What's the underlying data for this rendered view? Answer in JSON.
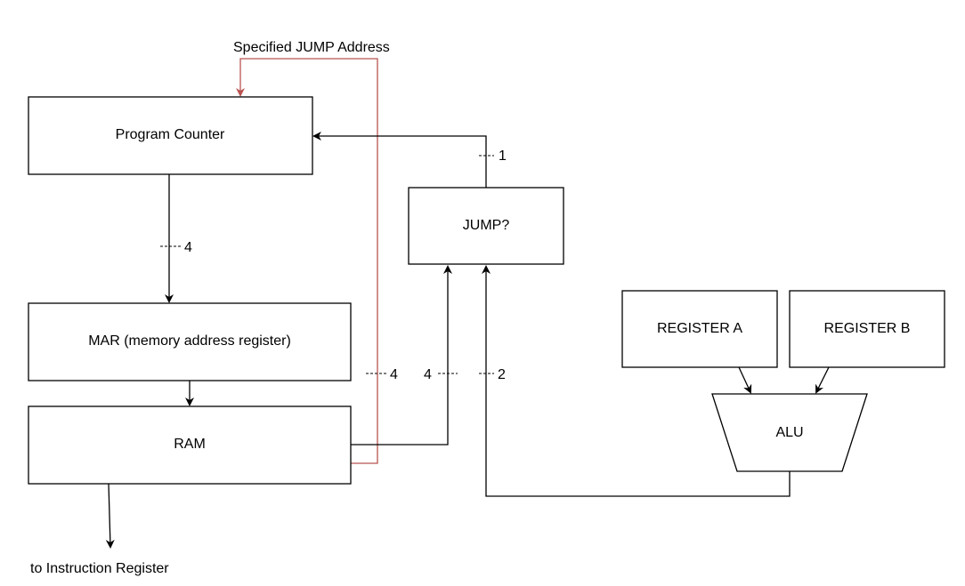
{
  "diagram": {
    "colors": {
      "stroke": "#000000",
      "jump_path": "#b85450",
      "fill": "#ffffff"
    },
    "nodes": {
      "program_counter": "Program Counter",
      "mar": "MAR (memory address register)",
      "ram": "RAM",
      "jump": "JUMP?",
      "register_a": "REGISTER A",
      "register_b": "REGISTER B",
      "alu": "ALU"
    },
    "labels": {
      "specified_jump_address": "Specified JUMP Address",
      "to_instruction_register": "to Instruction Register"
    },
    "bus_widths": {
      "pc_to_mar": "4",
      "ram_to_pc": "4",
      "ram_to_jump": "4",
      "alu_to_jump": "2",
      "jump_to_pc": "1"
    }
  }
}
